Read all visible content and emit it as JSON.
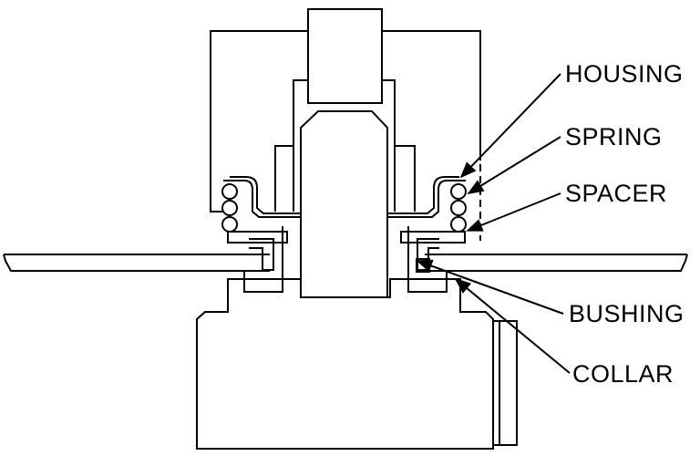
{
  "labels": {
    "housing": "HOUSING",
    "spring": "SPRING",
    "spacer": "SPACER",
    "bushing": "BUSHING",
    "collar": "COLLAR"
  },
  "colors": {
    "line": "#000000",
    "background": "#ffffff"
  }
}
